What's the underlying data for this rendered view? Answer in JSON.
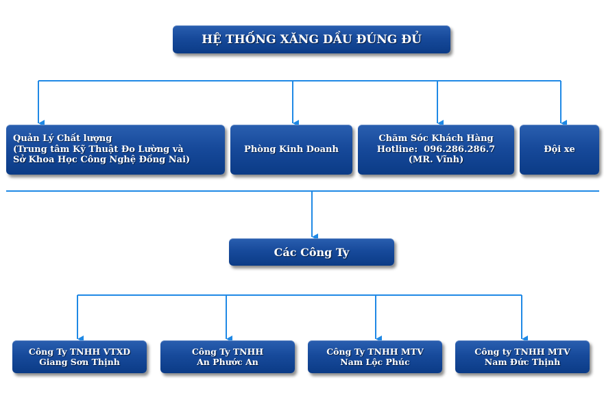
{
  "colors": {
    "box": "#174a9b",
    "line": "#1e88e5"
  },
  "title": "HỆ THỐNG XĂNG DẦU ĐÚNG ĐỦ",
  "departments": [
    {
      "line1": "Quản Lý Chất lượng",
      "line2": "(Trung tâm Kỹ Thuật Đo Lường và",
      "line3": "Sở Khoa Học Công Nghệ Đồng Nai)"
    },
    {
      "line1": "Phòng Kinh Doanh"
    },
    {
      "line1": "Chăm Sóc Khách Hàng",
      "line2": "Hotline:  096.286.286.7",
      "line3": "(MR. Vĩnh)"
    },
    {
      "line1": "Đội xe"
    }
  ],
  "companies_header": "Các Công Ty",
  "companies": [
    {
      "line1": "Công Ty TNHH VTXD",
      "line2": "Giang Sơn Thịnh"
    },
    {
      "line1": "Công Ty TNHH",
      "line2": "An Phước An"
    },
    {
      "line1": "Công Ty TNHH MTV",
      "line2": "Nam Lộc Phúc"
    },
    {
      "line1": "Công ty TNHH MTV",
      "line2": "Nam Đức Thịnh"
    }
  ]
}
